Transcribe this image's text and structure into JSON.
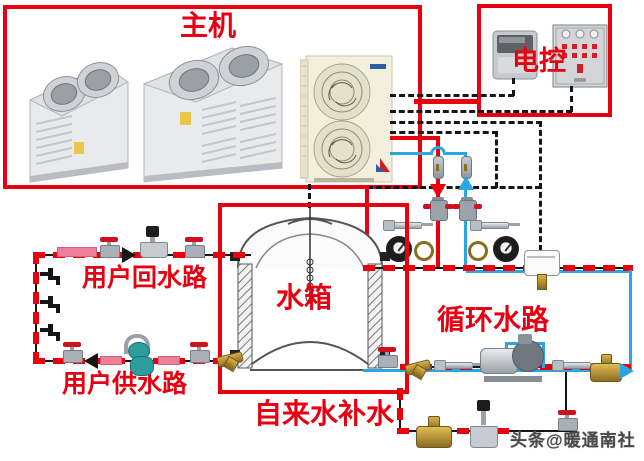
{
  "labels": {
    "main_unit": "主机",
    "electric_control": "电控",
    "water_tank": "水箱",
    "user_return_line": "用户回水路",
    "user_supply_line": "用户供水路",
    "circulation_line": "循环水路",
    "tap_water_makeup": "自来水补水"
  },
  "watermark": {
    "text": "头条@暖通南社"
  },
  "colors": {
    "box_red": "#e8000f",
    "label_red": "#e60012",
    "pipe_red_dashed": "#e8000f",
    "pipe_cyan": "#2aa7e0",
    "control_line_black": "#161616",
    "radiator_pink": "#ee7f99",
    "brass": "#8a6d1f",
    "watermark_gray": "#4a4a4a"
  },
  "components": {
    "main_units": [
      "heat-pump-unit-1",
      "heat-pump-unit-2",
      "heat-pump-unit-3"
    ],
    "electric_control": [
      "wired-controller",
      "control-cabinet"
    ],
    "tank": [
      "water-tank",
      "tank-level-sensor"
    ],
    "user_loop": [
      "radiator-segment",
      "hand-valve",
      "flow-arrow-right",
      "solenoid-valve",
      "hand-valve",
      "faucet",
      "faucet",
      "faucet",
      "hand-valve",
      "flow-arrow-left",
      "booster-pump",
      "hand-valve",
      "y-strainer"
    ],
    "heat_pump_circuit": [
      "inline-sensor",
      "down-arrow-red",
      "flanged-valve",
      "thermometer",
      "pressure-gauge",
      "siphon-ring",
      "inline-sensor",
      "up-arrow-blue",
      "flanged-valve",
      "siphon-ring",
      "thermometer",
      "pressure-gauge"
    ],
    "circulation_loop": [
      "float-flow-switch",
      "hand-valve",
      "y-strainer",
      "thermometer",
      "circulation-pump",
      "thermometer",
      "brass-check-valve",
      "flow-arrow-cyan"
    ],
    "tap_water_line": [
      "brass-check-valve",
      "solenoid-valve",
      "globe-valve-red"
    ]
  }
}
